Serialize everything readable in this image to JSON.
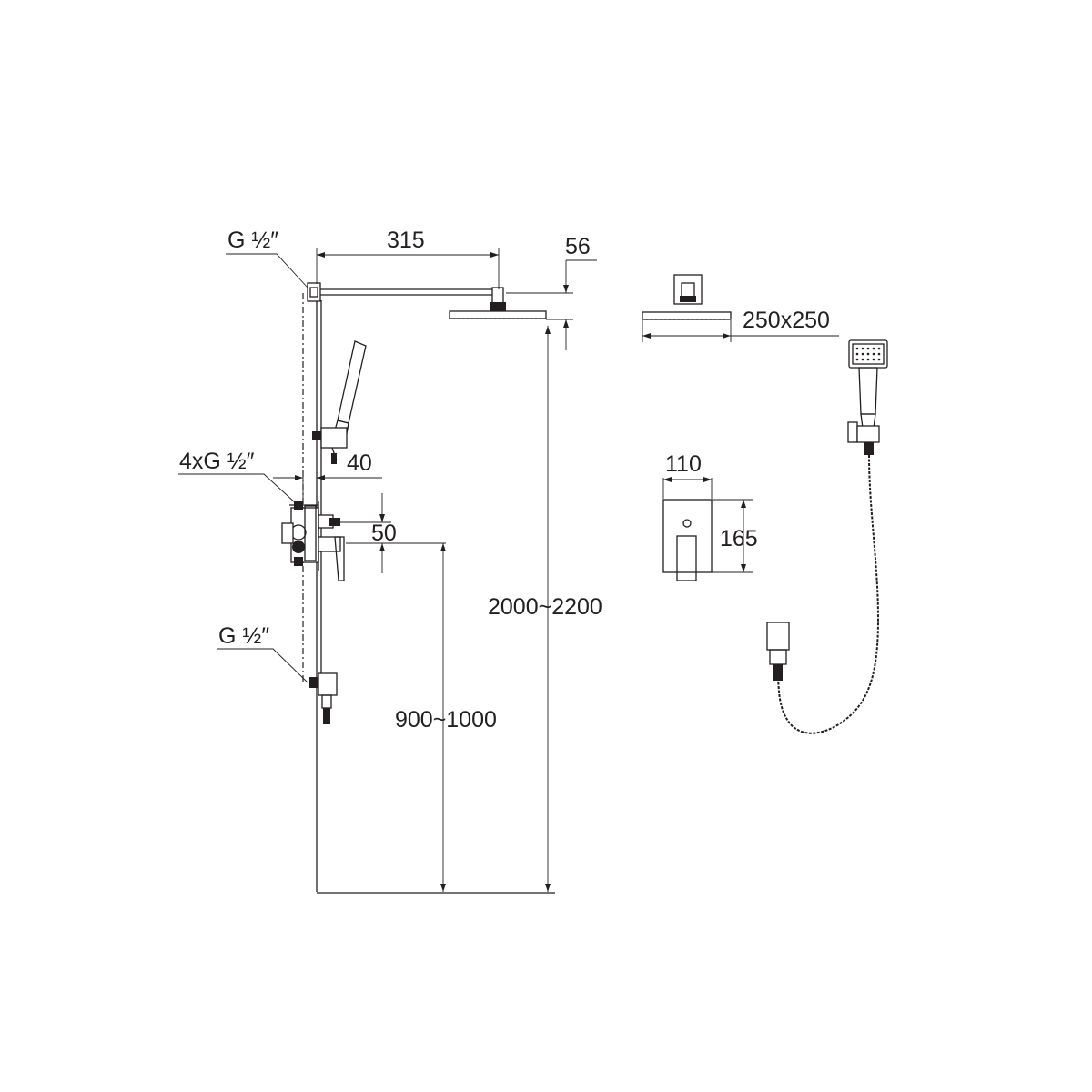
{
  "labels": {
    "thread_top": "G ½″",
    "thread_mixer": "4xG ½″",
    "thread_bottom": "G ½″",
    "dim_arm_length": "315",
    "dim_head_height": "56",
    "dim_holder_offset": "40",
    "dim_mixer_offset": "50",
    "dim_total_height": "2000~2200",
    "dim_mixer_height": "900~1000",
    "dim_head_size": "250x250",
    "dim_plate_width": "110",
    "dim_plate_height": "165"
  },
  "colors": {
    "line": "#231f20",
    "background": "#ffffff"
  }
}
